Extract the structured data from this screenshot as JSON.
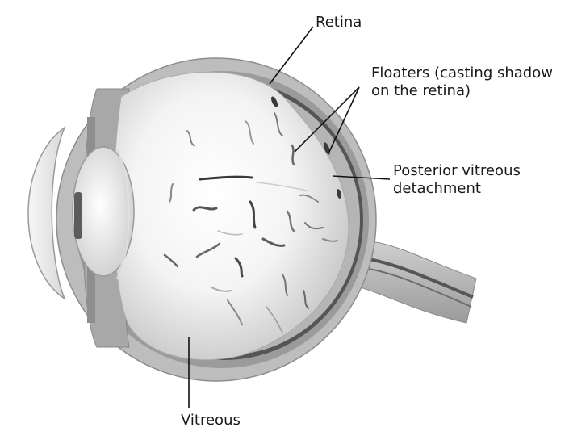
{
  "labels": {
    "retina": "Retina",
    "floaters_line1": "Floaters (casting shadow",
    "floaters_line2": "on the retina)",
    "pvd_line1": "Posterior vitreous",
    "pvd_line2": "detachment",
    "vitreous": "Vitreous"
  },
  "colors": {
    "background": "#ffffff",
    "sclera": "#bfbfbf",
    "choroid": "#8a8a8a",
    "retina": "#4a4a4a",
    "vitreous_center": "#ffffff",
    "vitreous_edge": "#c8c8c8",
    "floater": "#3a3a3a",
    "leader_line": "#111111"
  }
}
